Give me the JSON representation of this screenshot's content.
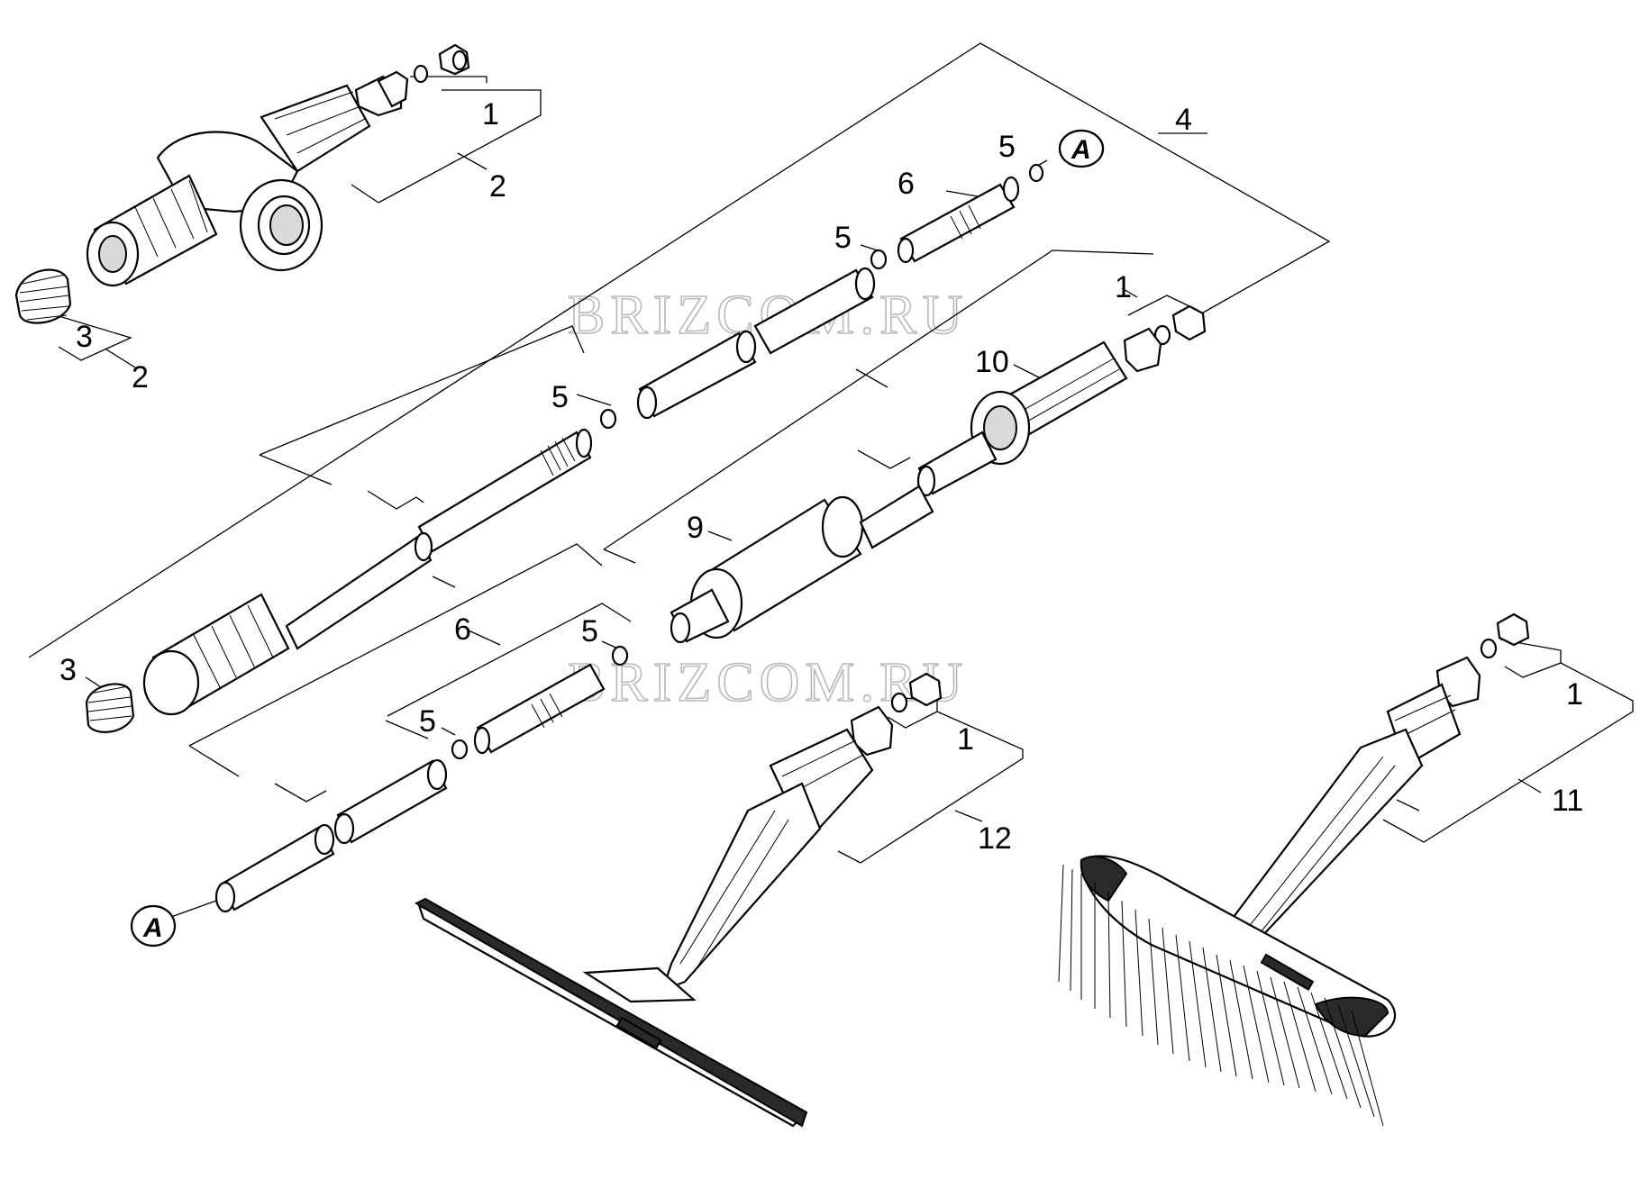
{
  "watermark": "BRIZCOM.RU",
  "labels": {
    "p1_top": "1",
    "p2_top": "2",
    "p3_left": "3",
    "p2_left": "2",
    "p4": "4",
    "p5_top": "5",
    "p6_top": "6",
    "p5_mid": "5",
    "p1_mid": "1",
    "p10": "10",
    "p5_left": "5",
    "p9": "9",
    "p3_bottom": "3",
    "p6_bottom": "6",
    "p5_bottom": "5",
    "p5_lower": "5",
    "p1_squeegee": "1",
    "p12": "12",
    "p1_brush": "1",
    "p11": "11"
  },
  "connector_a": "A"
}
